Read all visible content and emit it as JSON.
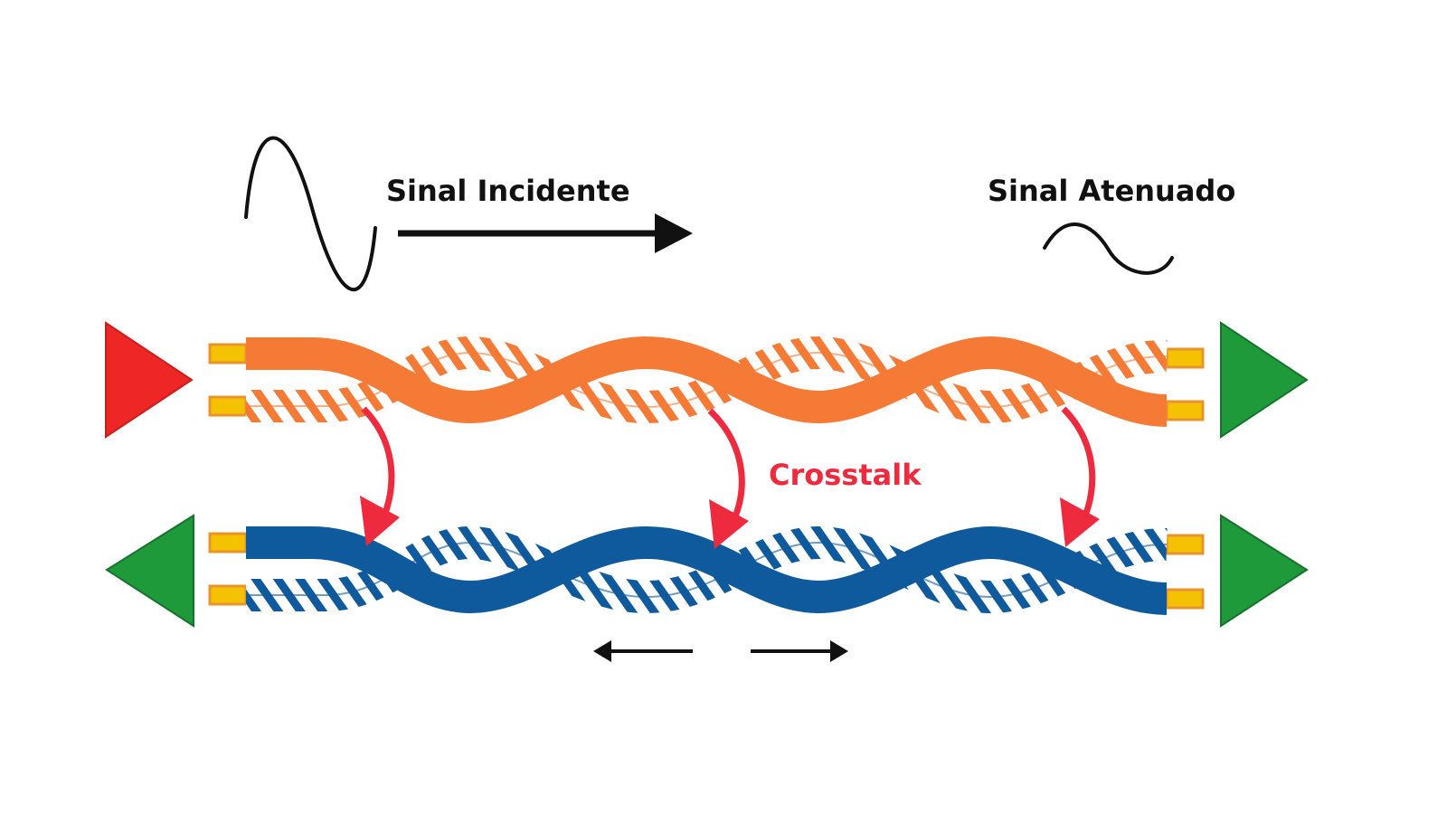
{
  "labels": {
    "incident": "Sinal Incidente",
    "attenuated": "Sinal Atenuado",
    "crosstalk": "Crosstalk"
  },
  "colors": {
    "pair_top": "#F47A35",
    "pair_bottom": "#0F5A9C",
    "connector": "#F5C200",
    "transmitter": "#EE2626",
    "receiver": "#1F9A3B",
    "crosstalk": "#EE2A3F",
    "ink": "#111111"
  }
}
